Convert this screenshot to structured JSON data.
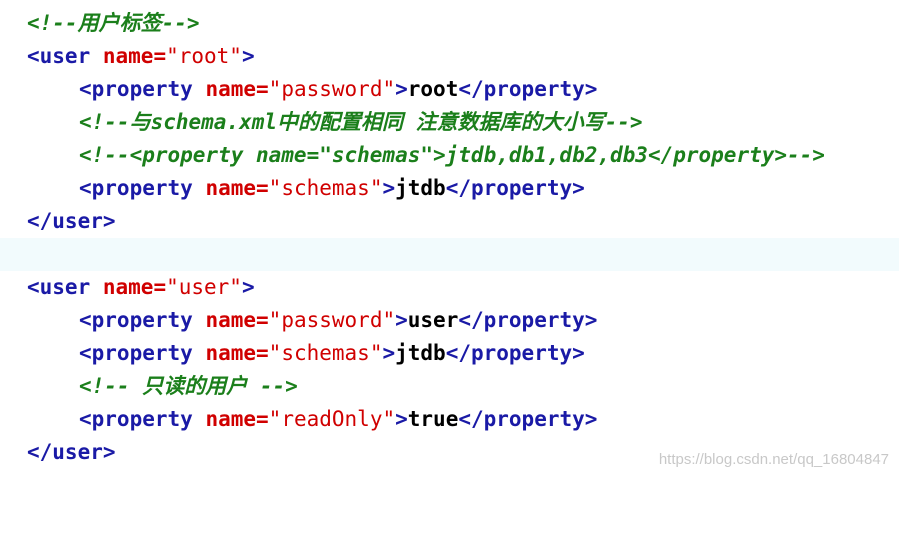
{
  "editor": {
    "lines": [
      {
        "comment": "<!--用户标签-->"
      },
      {
        "open_tag": "<user",
        "attr": "name=",
        "value": "\"root\"",
        "close": ">"
      },
      {
        "open_tag": "<property",
        "attr": "name=",
        "value": "\"password\"",
        "close": ">",
        "text": "root",
        "end_tag": "</property>"
      },
      {
        "comment": "<!--与schema.xml中的配置相同 注意数据库的大小写-->"
      },
      {
        "comment": "<!--<property name=\"schemas\">jtdb,db1,db2,db3</property>-->"
      },
      {
        "open_tag": "<property",
        "attr": "name=",
        "value": "\"schemas\"",
        "close": ">",
        "text": "jtdb",
        "end_tag": "</property>"
      },
      {
        "end_tag": "</user>"
      },
      {
        "blank": ""
      },
      {
        "open_tag": "<user",
        "attr": "name=",
        "value": "\"user\"",
        "close": ">"
      },
      {
        "open_tag": "<property",
        "attr": "name=",
        "value": "\"password\"",
        "close": ">",
        "text": "user",
        "end_tag": "</property>"
      },
      {
        "open_tag": "<property",
        "attr": "name=",
        "value": "\"schemas\"",
        "close": ">",
        "text": "jtdb",
        "end_tag": "</property>"
      },
      {
        "comment": "<!-- 只读的用户 -->"
      },
      {
        "open_tag": "<property",
        "attr": "name=",
        "value": "\"readOnly\"",
        "close": ">",
        "text": "true",
        "end_tag": "</property>"
      },
      {
        "end_tag": "</user>"
      }
    ]
  },
  "watermark": "https://blog.csdn.net/qq_16804847",
  "colors": {
    "tag": "#1a1aa6",
    "attribute": "#d00000",
    "comment": "#1b7f1b",
    "text": "#000000",
    "current_line": "#f2fbfd"
  }
}
